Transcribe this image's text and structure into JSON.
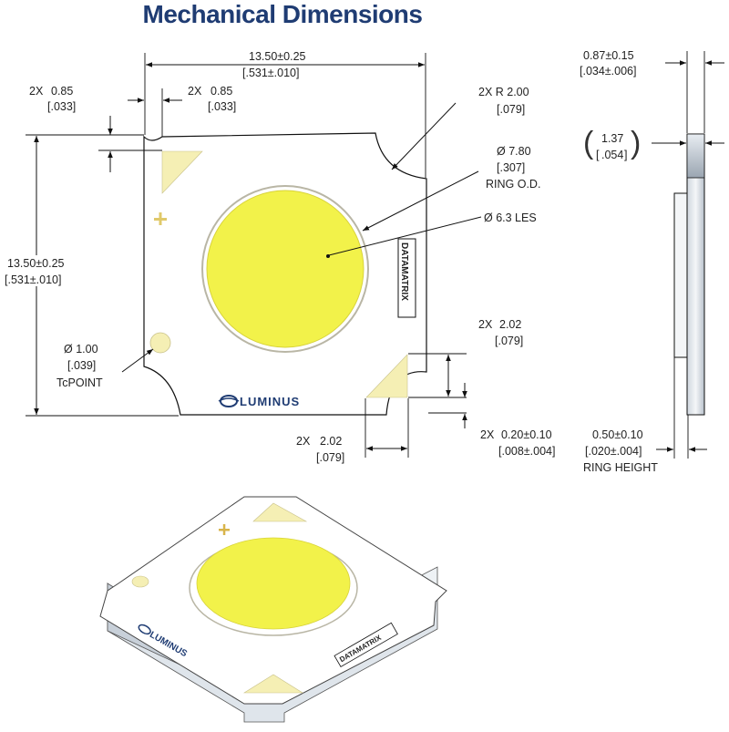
{
  "title": "Mechanical Dimensions",
  "dimensions": {
    "width_mm": "13.50±0.25",
    "width_in": "[.531±.010]",
    "height_mm": "13.50±0.25",
    "height_in": "[.531±.010]",
    "pad_offset_left": {
      "qty": "2X",
      "mm": "0.85",
      "in": "[.033]"
    },
    "pad_offset_right": {
      "qty": "2X",
      "mm": "0.85",
      "in": "[.033]"
    },
    "corner_radius": {
      "label": "2X R 2.00",
      "in": "[.079]"
    },
    "ring_od": {
      "mm": "Ø 7.80",
      "in": "[.307]",
      "label": "RING O.D."
    },
    "les": {
      "label": "Ø 6.3 LES"
    },
    "tc_point": {
      "mm": "Ø 1.00",
      "in": "[.039]",
      "label": "TcPOINT"
    },
    "pad_height": {
      "qty": "2X",
      "mm": "2.02",
      "in": "[.079]"
    },
    "pad_width": {
      "qty": "2X",
      "mm": "2.02",
      "in": "[.079]"
    },
    "pad_gap": {
      "qty": "2X",
      "mm": "0.20±0.10",
      "in": "[.008±.004]"
    },
    "thickness": {
      "mm": "0.87±0.15",
      "in": "[.034±.006]"
    },
    "side_height": {
      "mm": "1.37",
      "in": ".054"
    },
    "ring_height": {
      "mm": "0.50±0.10",
      "in": "[.020±.004]",
      "label": "RING HEIGHT"
    }
  },
  "labels": {
    "datamatrix": "DATAMATRIX",
    "brand": "LUMINUS"
  },
  "colors": {
    "title": "#1f3c73",
    "les": "#f2f24a",
    "pad": "#f5efb4",
    "brand": "#1f3c73"
  }
}
